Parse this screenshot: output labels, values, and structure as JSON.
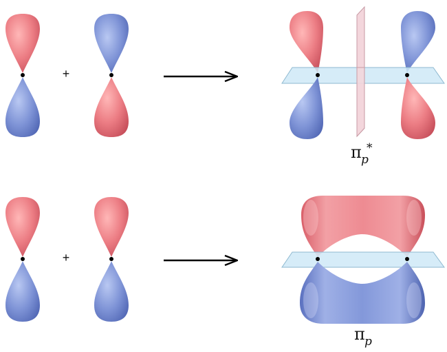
{
  "diagram": {
    "top_row": {
      "operator": "+",
      "result_label": {
        "base": "π",
        "subscript": "p",
        "superscript": "*"
      }
    },
    "bottom_row": {
      "operator": "+",
      "result_label": {
        "base": "π",
        "subscript": "p"
      }
    }
  },
  "colors": {
    "positive_lobe": "#e8737a",
    "negative_lobe": "#7b8fd0",
    "nodal_plane": "#cfe9f7",
    "nodal_plane_vertical": "#f3d6dc",
    "nucleus": "#000000"
  }
}
